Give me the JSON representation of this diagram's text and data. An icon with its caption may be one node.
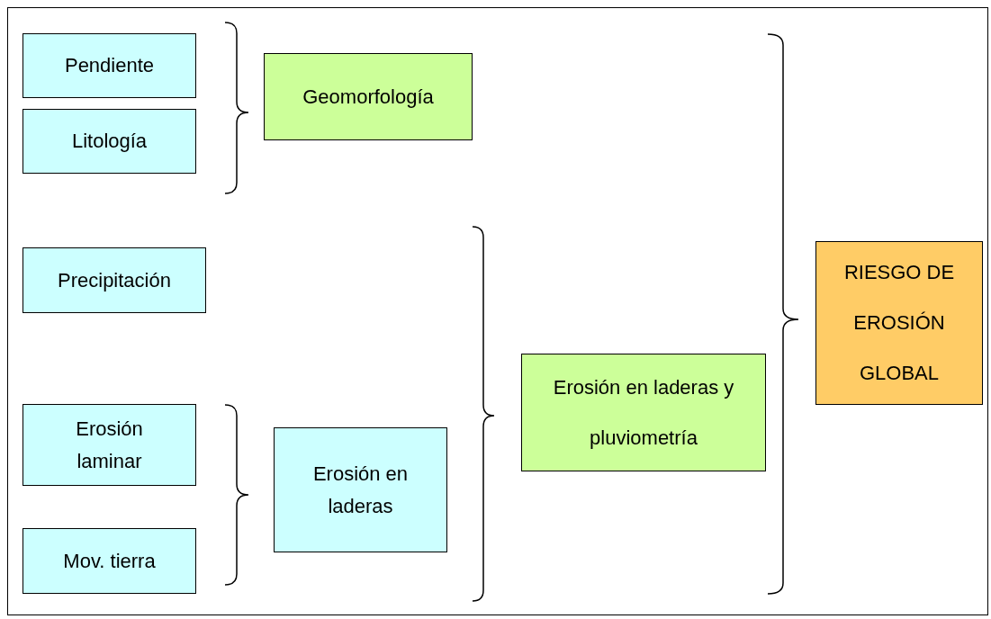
{
  "diagram": {
    "nodes": [
      {
        "text": [
          "Pendiente"
        ]
      },
      {
        "text": [
          "Litología"
        ]
      },
      {
        "text": [
          "Geomorfología"
        ]
      },
      {
        "text": [
          "Precipitación"
        ]
      },
      {
        "text": [
          "Erosión laminar"
        ]
      },
      {
        "text": [
          "Mov. tierra"
        ]
      },
      {
        "text": [
          "Erosión en laderas"
        ]
      },
      {
        "text": [
          "Erosión en laderas y pluviometría"
        ]
      },
      {
        "text": [
          "RIESGO DE EROSIÓN GLOBAL"
        ]
      }
    ],
    "edges": []
  }
}
